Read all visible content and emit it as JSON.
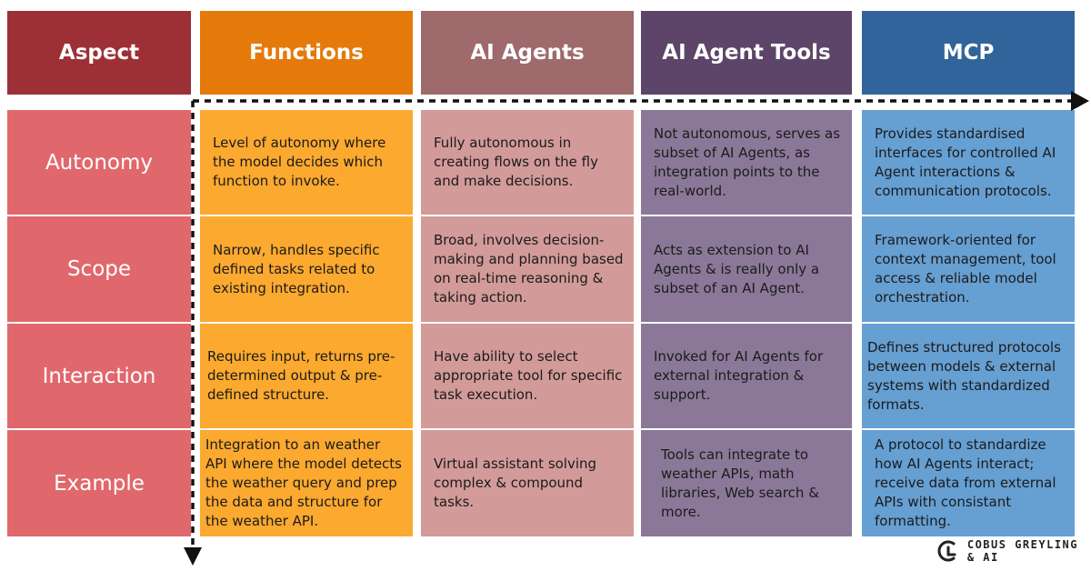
{
  "headers": {
    "aspect": "Aspect",
    "functions": "Functions",
    "agents": "AI Agents",
    "tools": "AI Agent Tools",
    "mcp": "MCP"
  },
  "rows": [
    {
      "aspect": "Autonomy",
      "functions": "Level of autonomy where the model decides which function to invoke.",
      "agents": "Fully autonomous in creating flows on the fly and make decisions.",
      "tools": "Not autonomous, serves as subset of AI Agents, as integration points to the real-world.",
      "mcp": "Provides standardised interfaces for controlled AI Agent interactions & communication protocols."
    },
    {
      "aspect": "Scope",
      "functions": "Narrow, handles specific defined tasks related to existing integration.",
      "agents": "Broad, involves decision-making and planning based on real-time reasoning & taking action.",
      "tools": "Acts as extension to AI Agents & is really only a subset of an AI Agent.",
      "mcp": "Framework-oriented for context management, tool access & reliable model orchestration."
    },
    {
      "aspect": "Interaction",
      "functions": "Requires input, returns pre-determined output & pre-defined structure.",
      "agents": "Have ability to select appropriate tool for specific task execution.",
      "tools": "Invoked for AI Agents for external integration & support.",
      "mcp": "Defines structured protocols between models & external systems with standardized formats."
    },
    {
      "aspect": "Example",
      "functions": "Integration to an weather API where the model detects the weather query and prep the data and structure for the weather API.",
      "agents": "Virtual assistant solving complex & compound tasks.",
      "tools": "Tools can integrate to weather APIs, math libraries, Web search & more.",
      "mcp": "A protocol to standardize how AI Agents interact; receive data from external APIs with consistant formatting."
    }
  ],
  "logo": {
    "line1": "COBUS GREYLING",
    "line2": "& AI"
  },
  "colors": {
    "aspect_header": "#9d3036",
    "functions_header": "#e57a0b",
    "agents_header": "#9e6a6c",
    "tools_header": "#5c4568",
    "mcp_header": "#31649a"
  }
}
